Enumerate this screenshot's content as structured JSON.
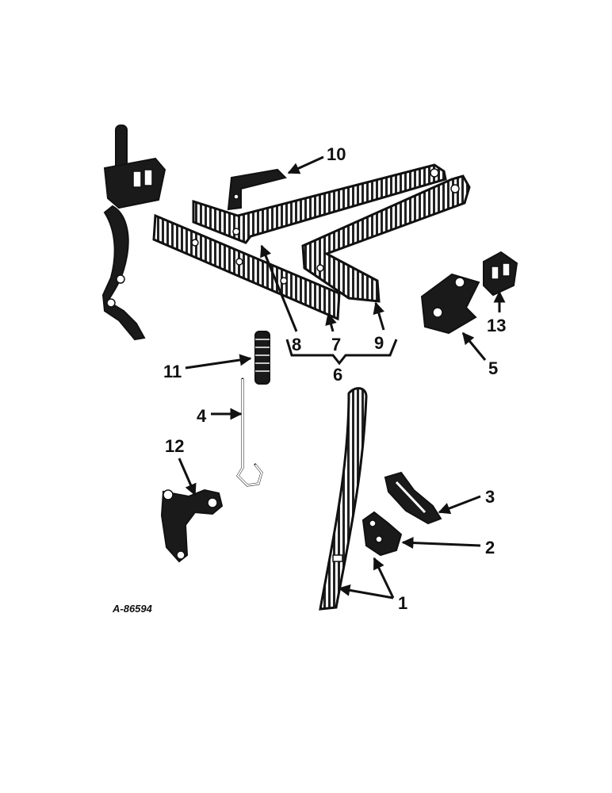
{
  "drawing_ref": "A-86594",
  "callouts": {
    "c1": "1",
    "c2": "2",
    "c3": "3",
    "c4": "4",
    "c5": "5",
    "c6": "6",
    "c7": "7",
    "c8": "8",
    "c9": "9",
    "c10": "10",
    "c11": "11",
    "c12": "12",
    "c13": "13"
  },
  "colors": {
    "ink": "#111111",
    "paper": "#ffffff"
  }
}
